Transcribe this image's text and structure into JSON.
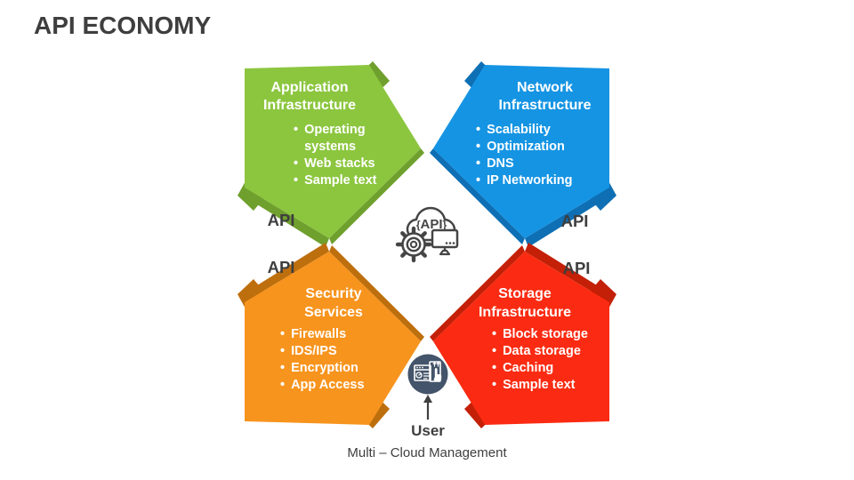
{
  "slide": {
    "title": "API ECONOMY",
    "bullet_char": "•",
    "panels": [
      {
        "id": "application-infrastructure",
        "title": "Application Infrastructure",
        "title_lines": [
          "Application",
          "Infrastructure"
        ],
        "bullets": [
          "Operating systems",
          "Web stacks",
          "Sample text"
        ],
        "api_label": "API",
        "color": "#8CC63F",
        "dark": "#6FA02E"
      },
      {
        "id": "network-infrastructure",
        "title": "Network Infrastructure",
        "title_lines": [
          "Network",
          "Infrastructure"
        ],
        "bullets": [
          "Scalability",
          "Optimization",
          "DNS",
          "IP Networking"
        ],
        "api_label": "API",
        "color": "#1594E3",
        "dark": "#0E6FB4"
      },
      {
        "id": "security-services",
        "title": "Security Services",
        "title_lines": [
          "Security",
          "Services"
        ],
        "bullets": [
          "Firewalls",
          "IDS/IPS",
          "Encryption",
          "App Access"
        ],
        "api_label": "API",
        "color": "#F7941E",
        "dark": "#BE6F0D"
      },
      {
        "id": "storage-infrastructure",
        "title": "Storage Infrastructure",
        "title_lines": [
          "Storage",
          "Infrastructure"
        ],
        "bullets": [
          "Block storage",
          "Data storage",
          "Caching",
          "Sample text"
        ],
        "api_label": "API",
        "color": "#FA2B12",
        "dark": "#C32007"
      }
    ],
    "center_icon": {
      "brace_left": "{",
      "label": "API",
      "brace_right": "}"
    },
    "user": {
      "label": "User"
    },
    "caption": "Multi – Cloud Management",
    "colors": {
      "title_text": "#3E3E3E",
      "panel_text": "#FFFFFF",
      "user_circle": "#44546A",
      "icon_stroke": "#454545"
    }
  }
}
